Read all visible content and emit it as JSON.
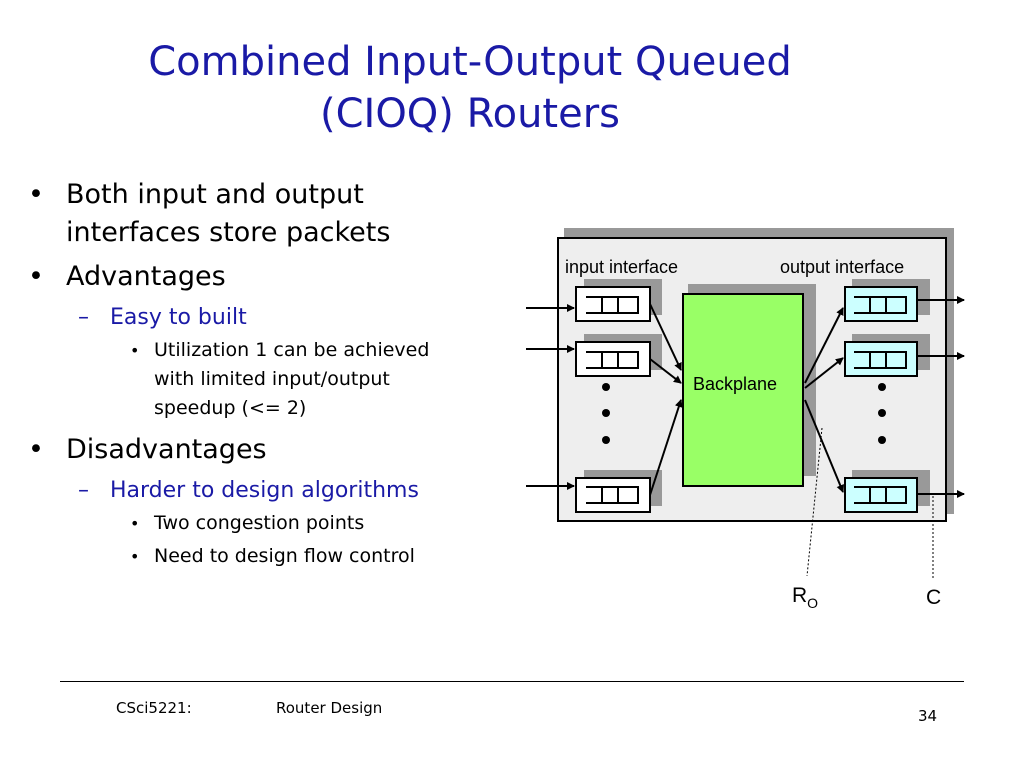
{
  "title": {
    "line1": "Combined Input-Output Queued",
    "line2": "(CIOQ) Routers"
  },
  "bullets": {
    "b1_line1": "Both input and output",
    "b1_line2": "interfaces store packets",
    "b2": "Advantages",
    "b2_sub": "Easy to built",
    "b2_subsub_line1": "Utilization 1 can be achieved",
    "b2_subsub_line2": "with limited input/output",
    "b2_subsub_line3": "speedup (<= 2)",
    "b3": "Disadvantages",
    "b3_sub": "Harder to design algorithms",
    "b3_subsub1": "Two congestion points",
    "b3_subsub2": "Need to design flow control"
  },
  "diagram": {
    "input_label": "input interface",
    "output_label": "output interface",
    "backplane_label": "Backplane",
    "ro_label": "R",
    "ro_subscript": "O",
    "c_label": "C",
    "colors": {
      "backplane": "#99ff66",
      "input_queue": "#ffffff",
      "output_queue": "#ccffff",
      "router_box": "#eeeeee",
      "shadow": "#999999"
    }
  },
  "footer": {
    "course": "CSci5221:",
    "topic": "Router Design",
    "page": "34"
  }
}
